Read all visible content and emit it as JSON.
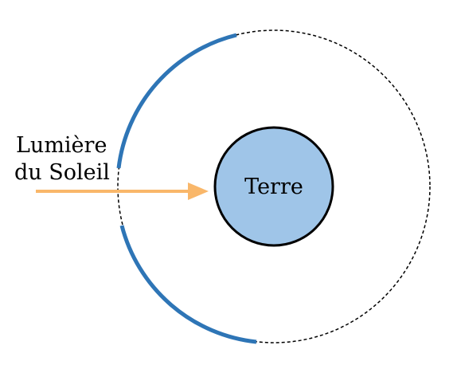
{
  "diagram": {
    "earth_label": "Terre",
    "sunlight_label_line1": "Lumière",
    "sunlight_label_line2": "du Soleil"
  },
  "colors": {
    "earth_fill": "#9fc5e8",
    "earth_stroke": "#000000",
    "orbit_stroke": "#000000",
    "arc_highlight": "#2e75b6",
    "arrow": "#f9b76a",
    "background": "#ffffff"
  }
}
